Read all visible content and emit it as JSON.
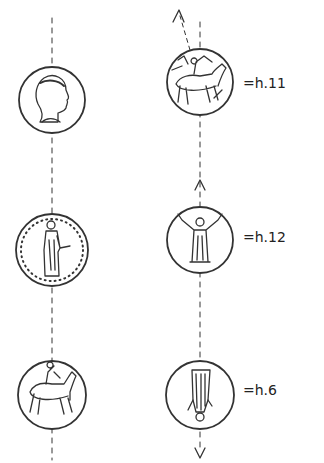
{
  "diagram": {
    "labels": [
      "=h.11",
      "=h.12",
      "=h.6"
    ]
  }
}
